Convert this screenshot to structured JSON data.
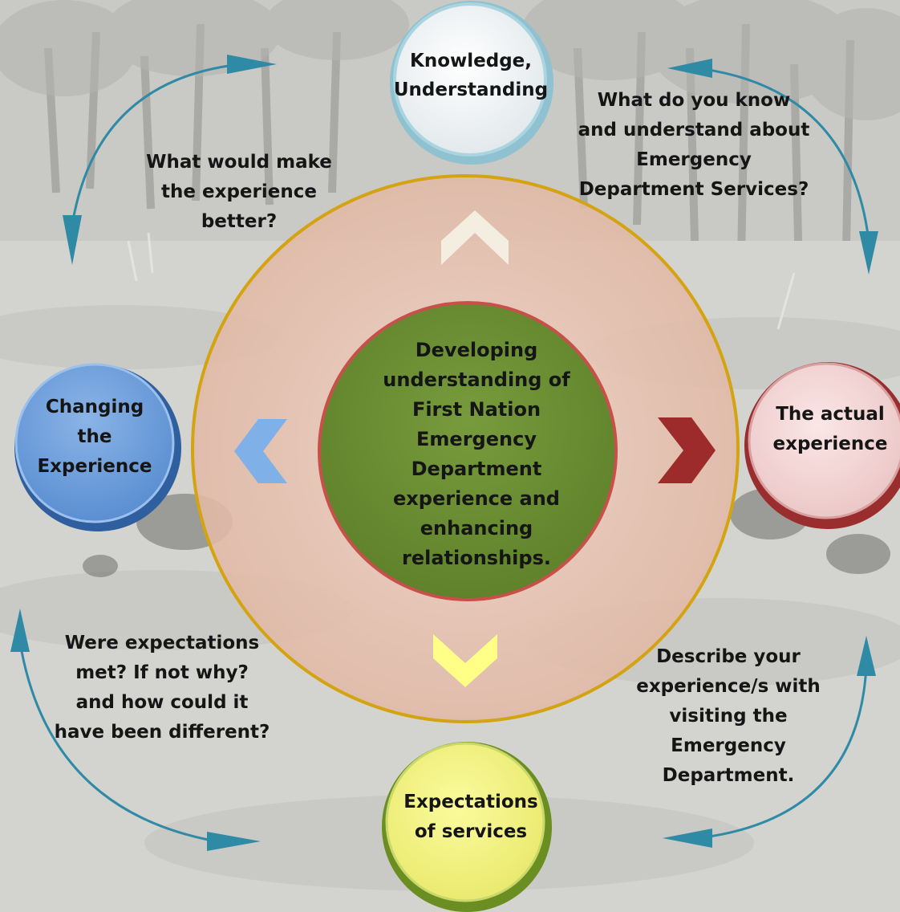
{
  "center": {
    "text": "Developing\nunderstanding of\nFirst Nation\nEmergency\nDepartment\nexperience and\nenhancing\nrelationships."
  },
  "nodes": {
    "top": "Knowledge,\nUnderstanding",
    "right": "The actual\nexperience",
    "bottom": "Expectations\nof services",
    "left": "Changing\nthe\nExperience"
  },
  "questions": {
    "top_left": "What would make\nthe experience\nbetter?",
    "top_right": "What do you know\nand understand about\nEmergency\nDepartment Services?",
    "bottom_left": "Were expectations\nmet? If not why?\nand how could it\nhave been different?",
    "bottom_right": "Describe your\nexperience/s with\nvisiting the\nEmergency\nDepartment."
  },
  "colors": {
    "ring_fill": "#e7c5b5",
    "ring_border": "#d4a312",
    "center_fill": "#6b8e33",
    "center_border": "#c8504a",
    "top_node": "#e9eef0",
    "top_node_edge": "#8fc1d0",
    "right_node": "#f2d6d6",
    "right_node_edge": "#9a2e2e",
    "bottom_node": "#f4f28a",
    "bottom_node_edge": "#6b8e23",
    "left_node": "#6a9bd8",
    "left_node_edge": "#2f5f9e",
    "arrow_teal": "#2f8aa5",
    "chevron_up": "#f5f3e6",
    "chevron_right": "#9e2b2b",
    "chevron_down": "#ffff88",
    "chevron_left": "#7fb0e8"
  }
}
